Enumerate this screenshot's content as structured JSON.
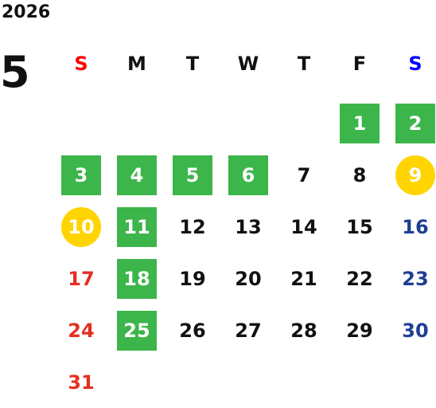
{
  "year": "2026",
  "month": "5",
  "colors": {
    "holiday_bg": "#3cb54a",
    "special_bg": "#ffd400",
    "sunday": "#e33022",
    "saturday": "#1f3f94",
    "weekday_header_sun": "#ff0000",
    "weekday_header_sat": "#0000ff",
    "default": "#111111"
  },
  "weekdays": [
    {
      "label": "S",
      "color": "#ff0000"
    },
    {
      "label": "M",
      "color": "#111111"
    },
    {
      "label": "T",
      "color": "#111111"
    },
    {
      "label": "W",
      "color": "#111111"
    },
    {
      "label": "T",
      "color": "#111111"
    },
    {
      "label": "F",
      "color": "#111111"
    },
    {
      "label": "S",
      "color": "#0000ff"
    }
  ],
  "weeks": [
    [
      {
        "day": "",
        "style": "empty"
      },
      {
        "day": "",
        "style": "empty"
      },
      {
        "day": "",
        "style": "empty"
      },
      {
        "day": "",
        "style": "empty"
      },
      {
        "day": "",
        "style": "empty"
      },
      {
        "day": "1",
        "style": "holiday"
      },
      {
        "day": "2",
        "style": "holiday"
      }
    ],
    [
      {
        "day": "3",
        "style": "holiday"
      },
      {
        "day": "4",
        "style": "holiday"
      },
      {
        "day": "5",
        "style": "holiday"
      },
      {
        "day": "6",
        "style": "holiday"
      },
      {
        "day": "7",
        "style": "normal"
      },
      {
        "day": "8",
        "style": "normal"
      },
      {
        "day": "9",
        "style": "special"
      }
    ],
    [
      {
        "day": "10",
        "style": "special"
      },
      {
        "day": "11",
        "style": "holiday"
      },
      {
        "day": "12",
        "style": "normal"
      },
      {
        "day": "13",
        "style": "normal"
      },
      {
        "day": "14",
        "style": "normal"
      },
      {
        "day": "15",
        "style": "normal"
      },
      {
        "day": "16",
        "style": "saturday"
      }
    ],
    [
      {
        "day": "17",
        "style": "sunday"
      },
      {
        "day": "18",
        "style": "holiday"
      },
      {
        "day": "19",
        "style": "normal"
      },
      {
        "day": "20",
        "style": "normal"
      },
      {
        "day": "21",
        "style": "normal"
      },
      {
        "day": "22",
        "style": "normal"
      },
      {
        "day": "23",
        "style": "saturday"
      }
    ],
    [
      {
        "day": "24",
        "style": "sunday"
      },
      {
        "day": "25",
        "style": "holiday"
      },
      {
        "day": "26",
        "style": "normal"
      },
      {
        "day": "27",
        "style": "normal"
      },
      {
        "day": "28",
        "style": "normal"
      },
      {
        "day": "29",
        "style": "normal"
      },
      {
        "day": "30",
        "style": "saturday"
      }
    ],
    [
      {
        "day": "31",
        "style": "sunday"
      },
      {
        "day": "",
        "style": "empty"
      },
      {
        "day": "",
        "style": "empty"
      },
      {
        "day": "",
        "style": "empty"
      },
      {
        "day": "",
        "style": "empty"
      },
      {
        "day": "",
        "style": "empty"
      },
      {
        "day": "",
        "style": "empty"
      }
    ]
  ]
}
